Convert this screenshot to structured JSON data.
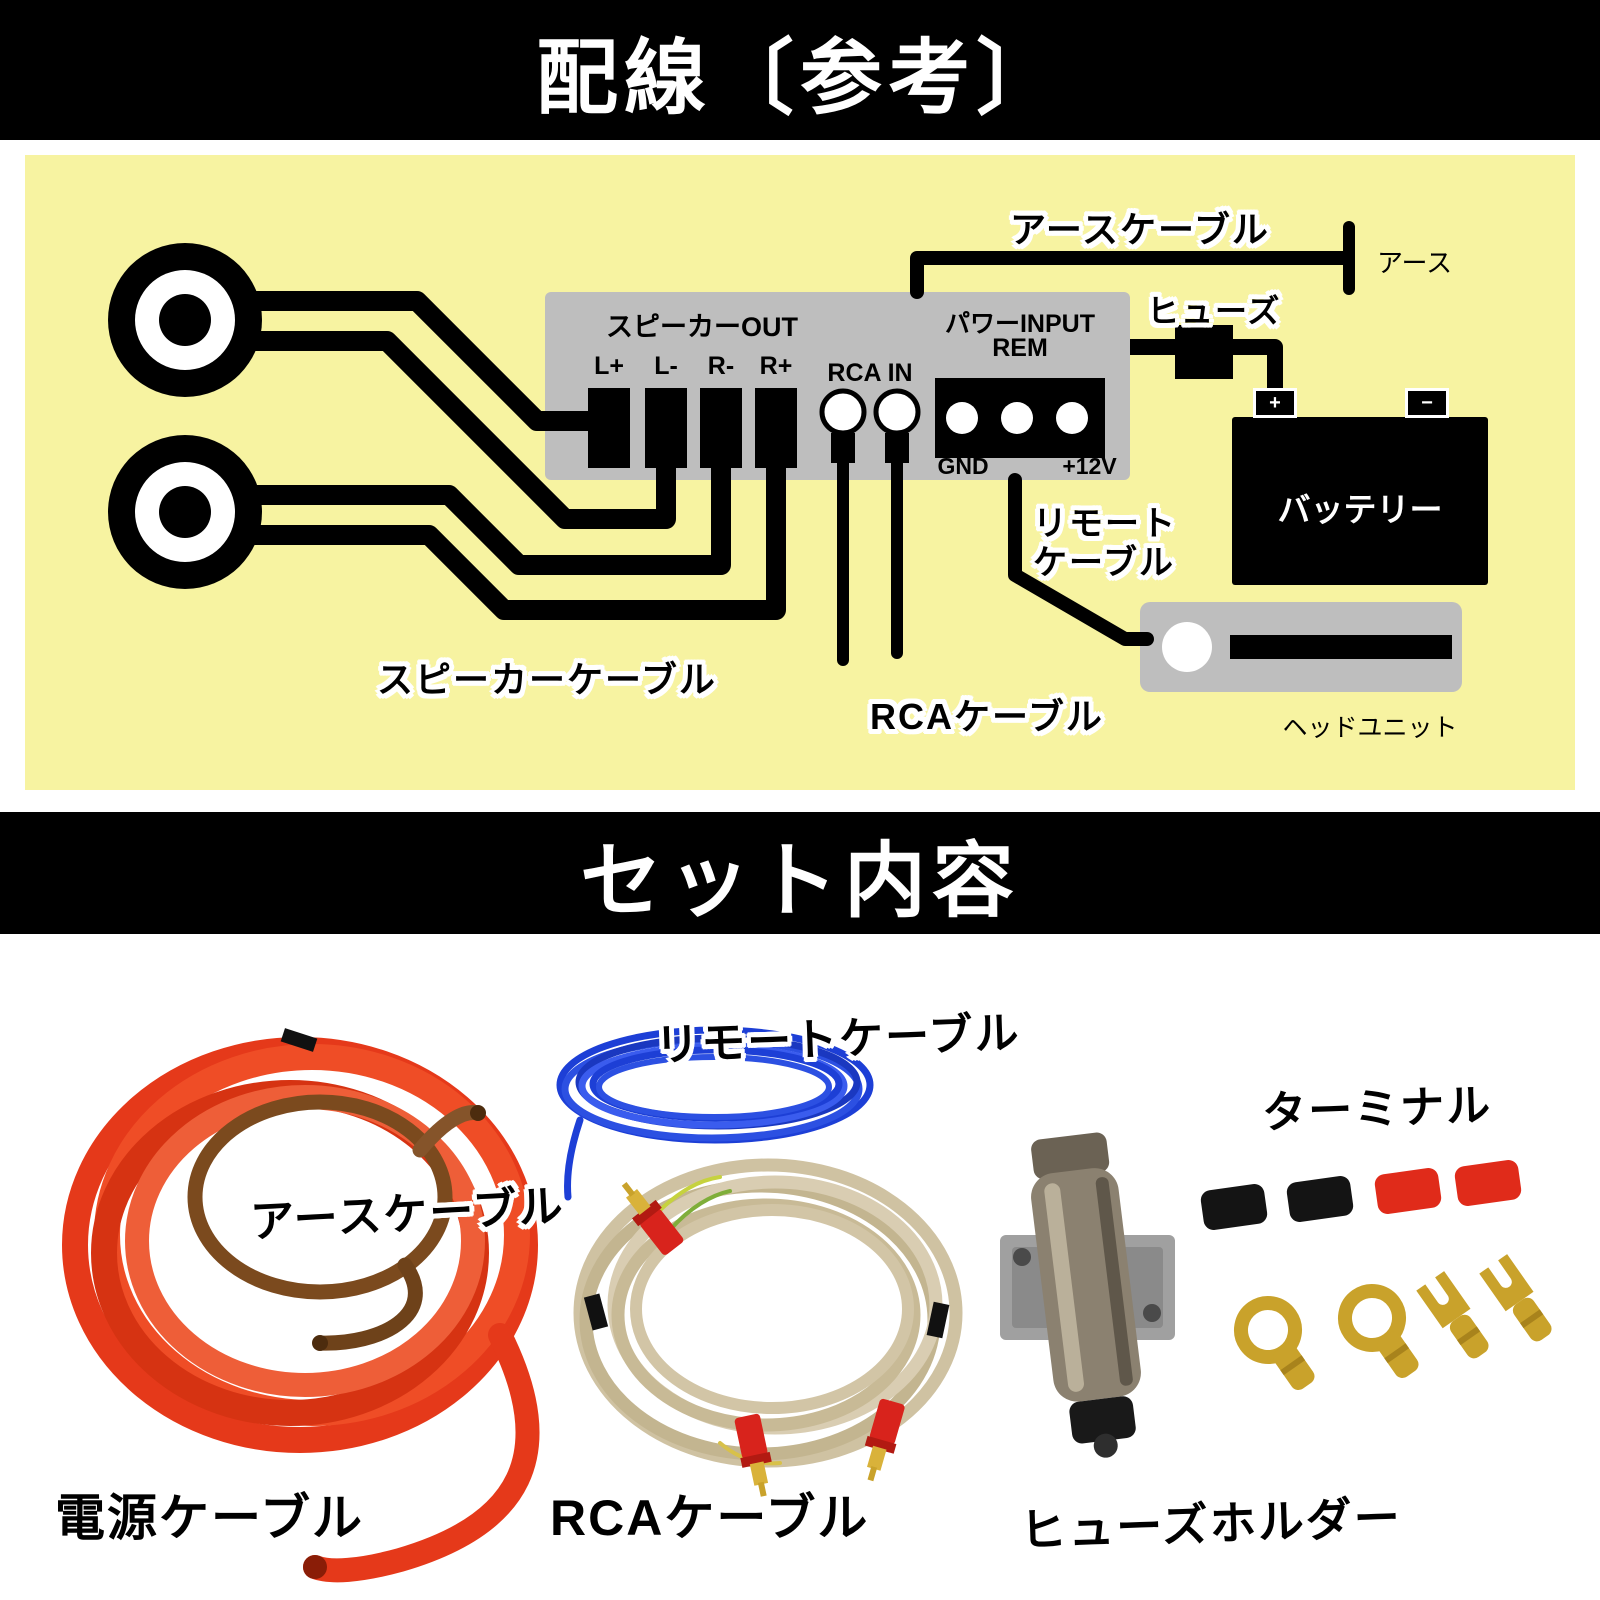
{
  "banners": {
    "wiring": "配線〔参考〕",
    "contents": "セット内容"
  },
  "diagram": {
    "amp": {
      "speaker_out": "スピーカーOUT",
      "terminals": [
        "L+",
        "L-",
        "R-",
        "R+"
      ],
      "rca_in": "RCA IN",
      "power_input": "パワーINPUT",
      "rem": "REM",
      "gnd": "GND",
      "v12": "+12V"
    },
    "earth_cable_label": "アースケーブル",
    "earth_label": "アース",
    "fuse_label": "ヒューズ",
    "battery_label": "バッテリー",
    "battery_plus": "+",
    "battery_minus": "−",
    "remote_label_line1": "リモート",
    "remote_label_line2": "ケーブル",
    "head_unit_label": "ヘッドユニット",
    "speaker_cable_label": "スピーカーケーブル",
    "rca_cable_label": "RCAケーブル"
  },
  "products": {
    "power_cable_label": "電源ケーブル",
    "earth_cable_label": "アースケーブル",
    "remote_cable_label": "リモートケーブル",
    "rca_cable_label": "RCAケーブル",
    "terminal_label": "ターミナル",
    "fuse_holder_label": "ヒューズホルダー"
  },
  "colors": {
    "diagram_bg": "#F7F3A1",
    "panel_gray": "#BEBEBE",
    "wire_black": "#000000",
    "power_cable_red": "#E63A17",
    "earth_cable_brown": "#7B4A1E",
    "remote_cable_blue": "#1E3FD8",
    "rca_cable_beige": "#CFC2A2",
    "terminal_gold": "#C9A22B"
  }
}
